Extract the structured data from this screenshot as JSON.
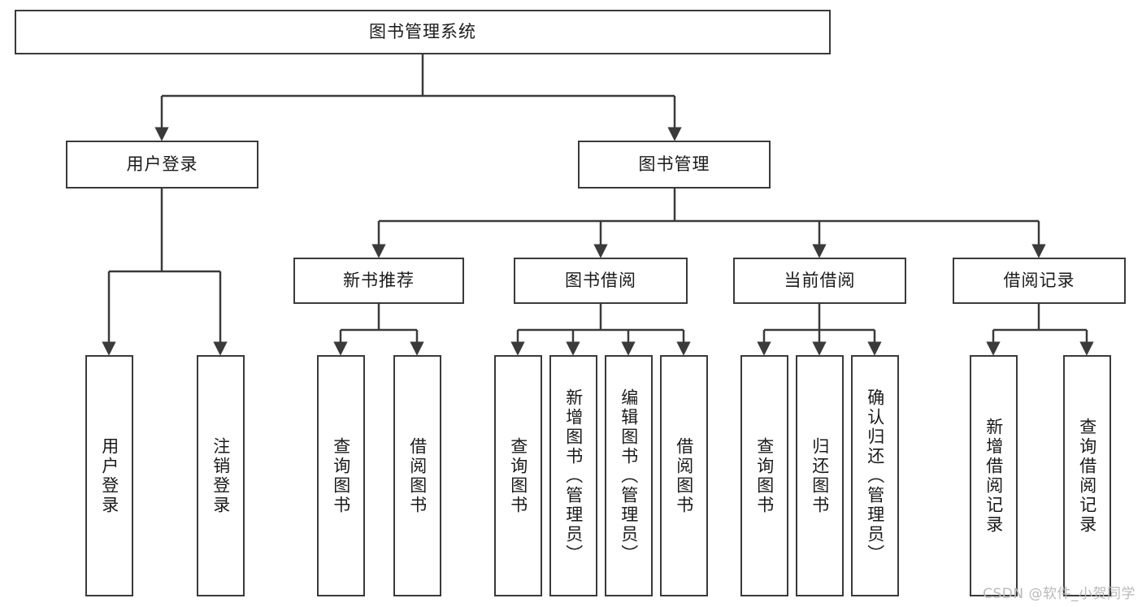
{
  "diagram": {
    "title_node": {
      "label": "图书管理系统"
    },
    "level2": [
      {
        "label": "用户登录"
      },
      {
        "label": "图书管理"
      }
    ],
    "level3": [
      {
        "label": "新书推荐"
      },
      {
        "label": "图书借阅"
      },
      {
        "label": "当前借阅"
      },
      {
        "label": "借阅记录"
      }
    ],
    "leaves": {
      "user_login": [
        {
          "label": "用户登录"
        },
        {
          "label": "注销登录"
        }
      ],
      "new_book_recommend": [
        {
          "label": "查询图书"
        },
        {
          "label": "借阅图书"
        }
      ],
      "book_borrow": [
        {
          "label": "查询图书"
        },
        {
          "label": "新增图书（管理员）"
        },
        {
          "label": "编辑图书（管理员）"
        },
        {
          "label": "借阅图书"
        }
      ],
      "current_borrow": [
        {
          "label": "查询图书"
        },
        {
          "label": "归还图书"
        },
        {
          "label": "确认归还（管理员）"
        }
      ],
      "borrow_record": [
        {
          "label": "新增借阅记录"
        },
        {
          "label": "查询借阅记录"
        }
      ]
    }
  },
  "watermark": {
    "text": "CSDN @软件_小贺同学"
  },
  "colors": {
    "border": "#3a3a3a",
    "fill": "#ffffff",
    "text": "#1a1a1a",
    "watermark": "#b9b9b9"
  }
}
